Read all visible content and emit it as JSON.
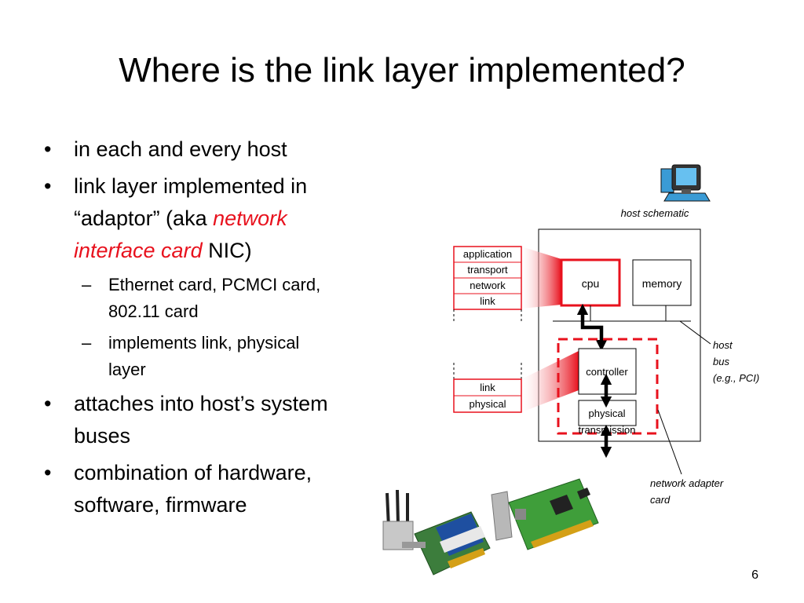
{
  "slide": {
    "title": "Where is the link layer implemented?",
    "page_number": "6"
  },
  "bullets": {
    "b1": "in each and every host",
    "b2_prefix": "link layer implemented in",
    "b2_line2_prefix": "“adaptor” (aka",
    "b2_red_1": "network",
    "b2_red_2": "interface card",
    "b2_suffix": "NIC)",
    "sub1_line1": "Ethernet card, PCMCI card,",
    "sub1_line2": "802.11 card",
    "sub2_line1": "implements link, physical",
    "sub2_line2": "layer",
    "b3_line1": "attaches into host’s system",
    "b3_line2": "buses",
    "b4_line1": "combination of hardware,",
    "b4_line2": "software, firmware",
    "bullet_glyph": "•",
    "dash_glyph": "–"
  },
  "diagram": {
    "host_schematic_label": "host schematic",
    "stack_top": [
      "application",
      "transport",
      "network",
      "link"
    ],
    "stack_bottom": [
      "link",
      "physical"
    ],
    "cpu_label": "cpu",
    "memory_label": "memory",
    "controller_label": "controller",
    "physical_label": "physical",
    "transmission_label": "transmission",
    "host_bus_label": [
      "host",
      "bus",
      "(e.g., PCI)"
    ],
    "adapter_label": [
      "network adapter",
      "card"
    ],
    "accent_color": "#e8111d"
  }
}
